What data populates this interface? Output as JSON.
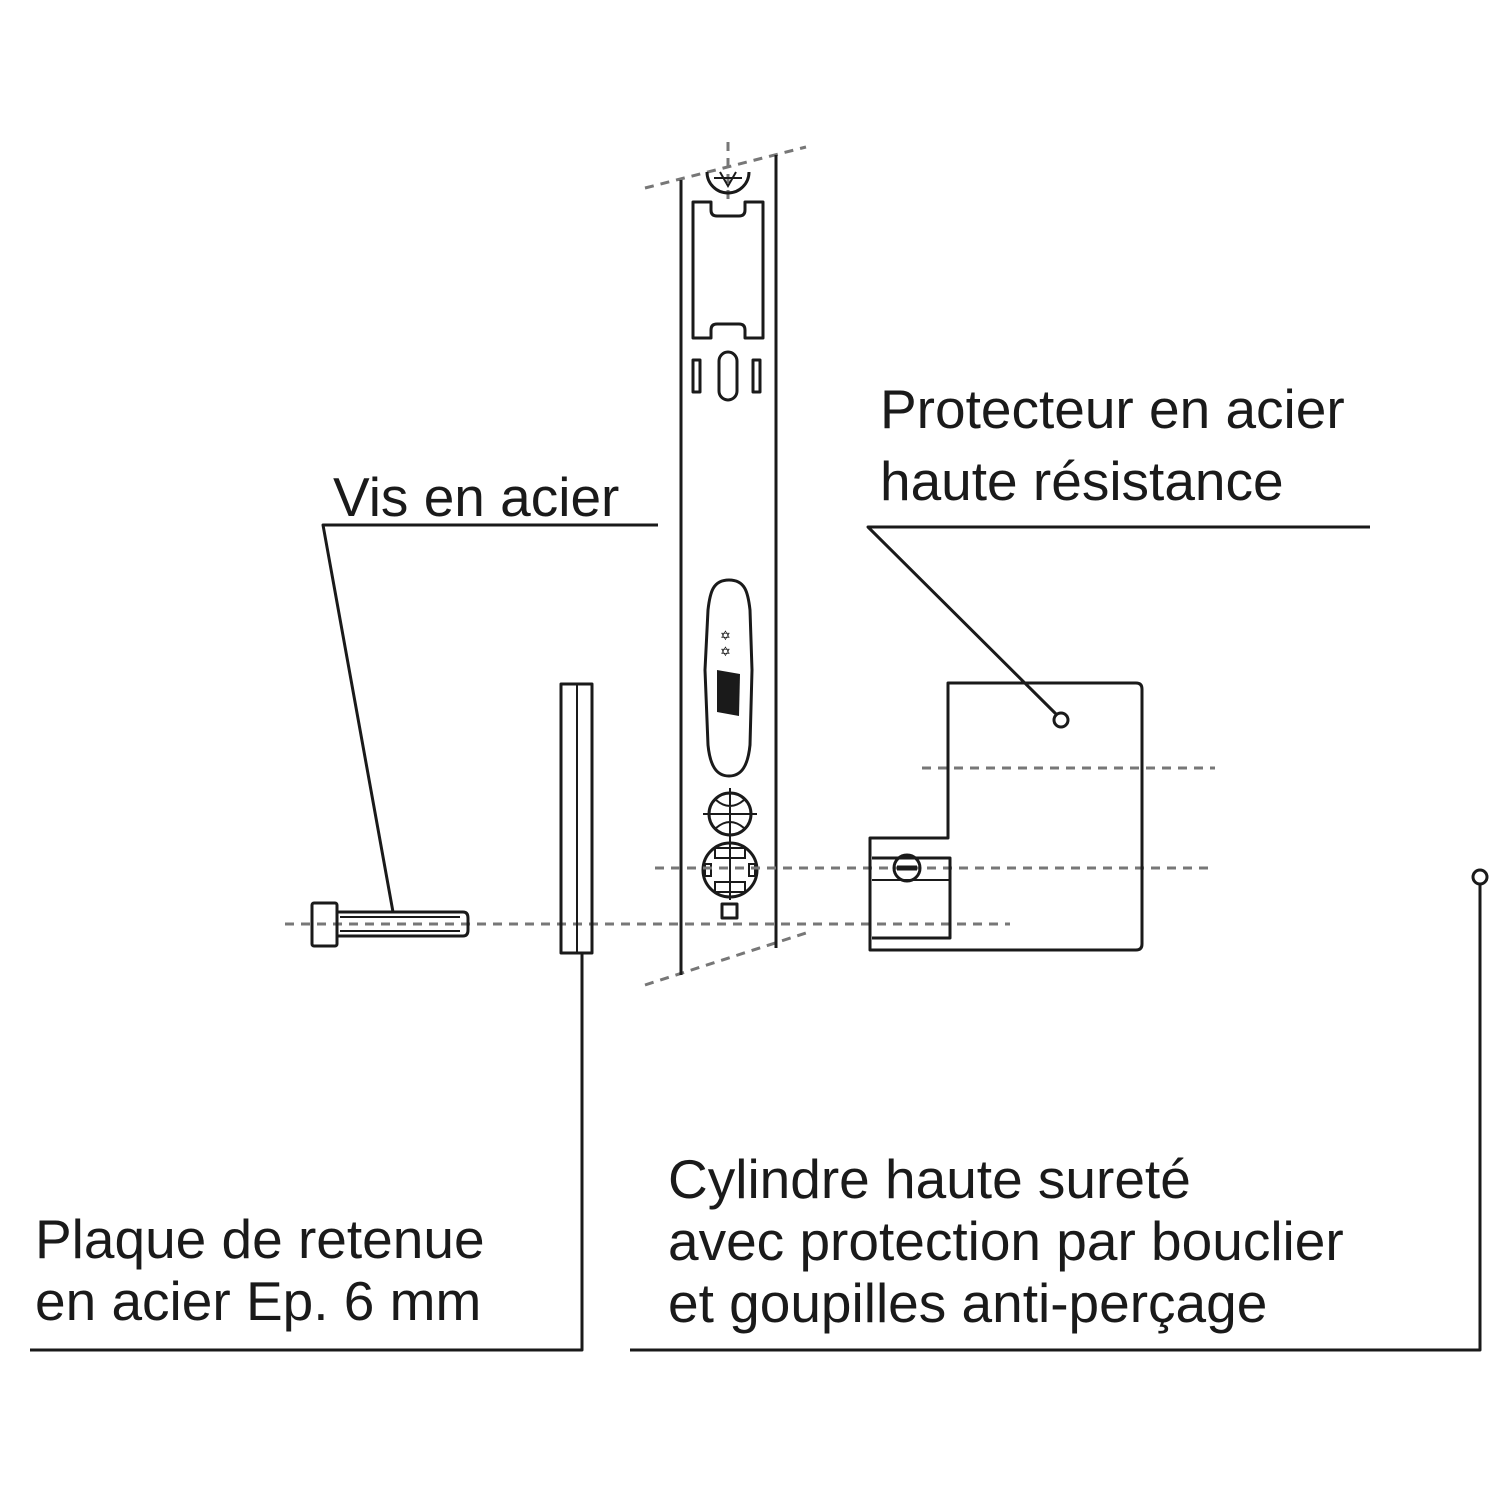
{
  "labels": {
    "screw": [
      "Vis en acier"
    ],
    "protector": [
      "Protecteur en acier",
      "haute résistance"
    ],
    "plate": [
      "Plaque de retenue",
      "en acier Ep. 6 mm"
    ],
    "cylinder": [
      "Cylindre haute sureté",
      "avec protection par bouclier",
      "et goupilles anti-perçage"
    ]
  },
  "colors": {
    "line": "#1a1a1a",
    "dashed": "#777777",
    "background": "#ffffff"
  }
}
